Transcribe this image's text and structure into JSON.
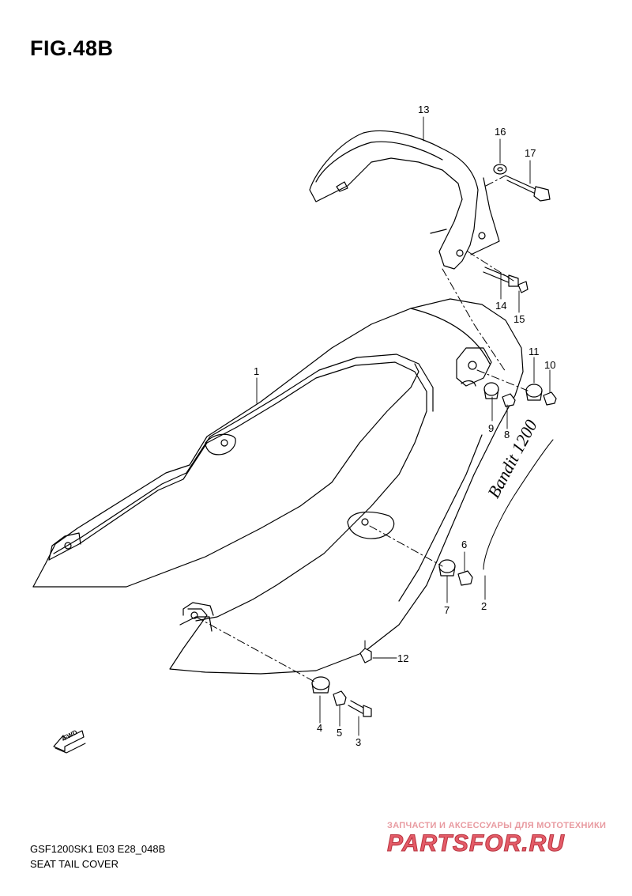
{
  "figure": {
    "title": "FIG.48B"
  },
  "callouts": [
    {
      "id": "c1",
      "label": "1"
    },
    {
      "id": "c2",
      "label": "2"
    },
    {
      "id": "c3",
      "label": "3"
    },
    {
      "id": "c4",
      "label": "4"
    },
    {
      "id": "c5",
      "label": "5"
    },
    {
      "id": "c6",
      "label": "6"
    },
    {
      "id": "c7",
      "label": "7"
    },
    {
      "id": "c8",
      "label": "8"
    },
    {
      "id": "c9",
      "label": "9"
    },
    {
      "id": "c10",
      "label": "10"
    },
    {
      "id": "c11",
      "label": "11"
    },
    {
      "id": "c12",
      "label": "12"
    },
    {
      "id": "c13",
      "label": "13"
    },
    {
      "id": "c14",
      "label": "14"
    },
    {
      "id": "c15",
      "label": "15"
    },
    {
      "id": "c16",
      "label": "16"
    },
    {
      "id": "c17",
      "label": "17"
    }
  ],
  "logo": {
    "text": "Bandit 1200"
  },
  "forward_marker": {
    "text": "FWD"
  },
  "footer": {
    "model_code": "GSF1200SK1 E03 E28_048B",
    "caption": "SEAT TAIL COVER"
  },
  "watermark": {
    "tagline": "ЗАПЧАСТИ И АКСЕССУАРЫ ДЛЯ МОТОТЕХНИКИ",
    "site": "PARTSFOR.RU"
  }
}
